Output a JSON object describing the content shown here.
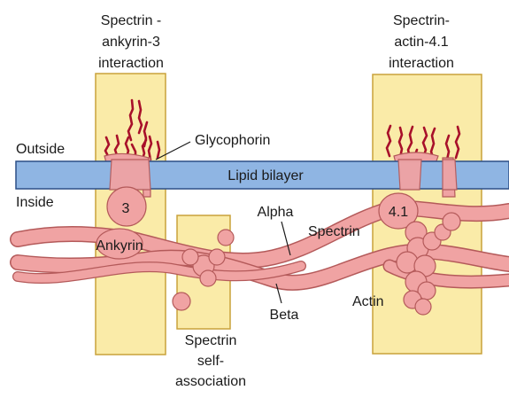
{
  "labels": {
    "spectrin_ankyrin": [
      "Spectrin -",
      "ankyrin-3",
      "interaction"
    ],
    "spectrin_actin": [
      "Spectrin-",
      "actin-4.1",
      "interaction"
    ],
    "self_association": [
      "Spectrin",
      "self-",
      "association"
    ],
    "outside": "Outside",
    "inside": "Inside",
    "lipid_bilayer": "Lipid bilayer",
    "glycophorin": "Glycophorin",
    "protein_3": "3",
    "ankyrin": "Ankyrin",
    "alpha": "Alpha",
    "spectrin": "Spectrin",
    "beta": "Beta",
    "protein_4_1": "4.1",
    "actin": "Actin"
  },
  "colors": {
    "background": "#ffffff",
    "highlight_box": "#faeba8",
    "highlight_box_border": "#c9a23a",
    "bilayer": "#8fb5e3",
    "bilayer_border": "#2c4f86",
    "protein": "#f0a3a3",
    "protein_border": "#b45a5a",
    "glycan": "#a8102a",
    "text": "#1a1a1a"
  }
}
